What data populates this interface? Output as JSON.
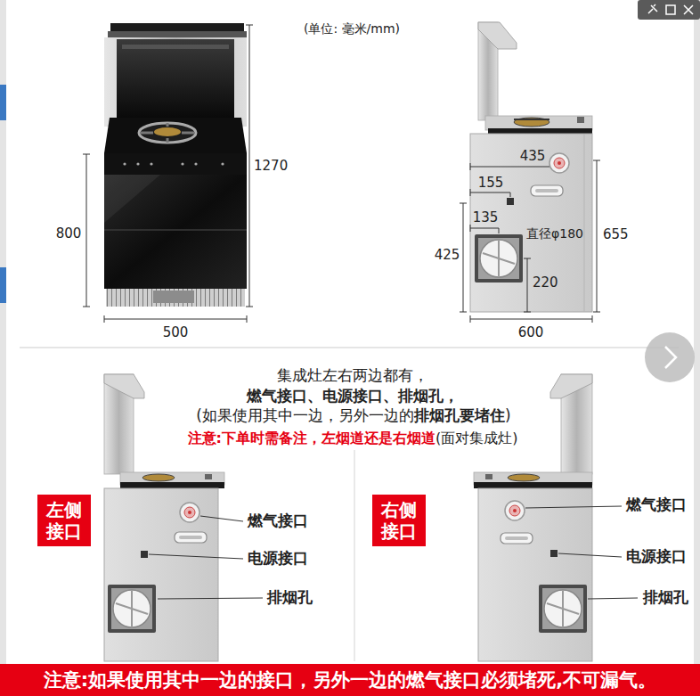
{
  "diagram": {
    "nodes": [
      {
        "text": [
          "左侧 接口"
        ]
      },
      {
        "text": [
          "右侧 接口"
        ]
      },
      {
        "text": [
          "注意:如果使用其中一边的接口，另外一边的燃气接口必须堵死,不可漏气。"
        ]
      }
    ],
    "labels": [
      "(单位: 毫米/mm)",
      "1270",
      "800",
      "500",
      "435",
      "155",
      "135",
      "直径φ180",
      "425",
      "220",
      "655",
      "600",
      "集成灶左右两边都有，",
      "燃气接口、电源接口、排烟孔，",
      "(如果使用其中一边，另外一边的",
      "排烟孔要堵住",
      ")",
      "注意:下单时需备注，左烟道还是右烟道",
      "(面对集成灶)",
      "燃气接口",
      "电源接口",
      "排烟孔",
      "燃气接口",
      "电源接口",
      "排烟孔"
    ]
  }
}
